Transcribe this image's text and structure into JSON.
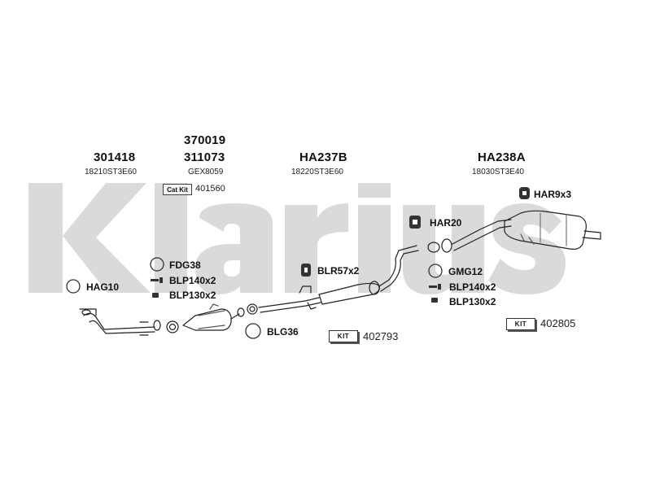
{
  "watermark": {
    "text": "Klarius",
    "color": "#d9d9d9"
  },
  "headers": [
    {
      "part_no": "301418",
      "oe": "18210ST3E60"
    },
    {
      "part_no_top": "370019",
      "part_no": "311073",
      "oe": "GEX8059"
    },
    {
      "part_no": "HA237B",
      "oe": "18220ST3E60"
    },
    {
      "part_no": "HA238A",
      "oe": "18030ST3E40"
    }
  ],
  "cat_kit": {
    "label": "Cat Kit",
    "number": "401560"
  },
  "parts": {
    "fdg38": "FDG38",
    "blp140_left": "BLP140x2",
    "blp130_left": "BLP130x2",
    "hag10": "HAG10",
    "blr57": "BLR57x2",
    "blg36": "BLG36",
    "har20": "HAR20",
    "gmg12": "GMG12",
    "blp140_right": "BLP140x2",
    "blp130_right": "BLP130x2",
    "har9": "HAR9x3"
  },
  "kits": [
    {
      "label": "KIT",
      "number": "402793"
    },
    {
      "label": "KIT",
      "number": "402805"
    }
  ]
}
